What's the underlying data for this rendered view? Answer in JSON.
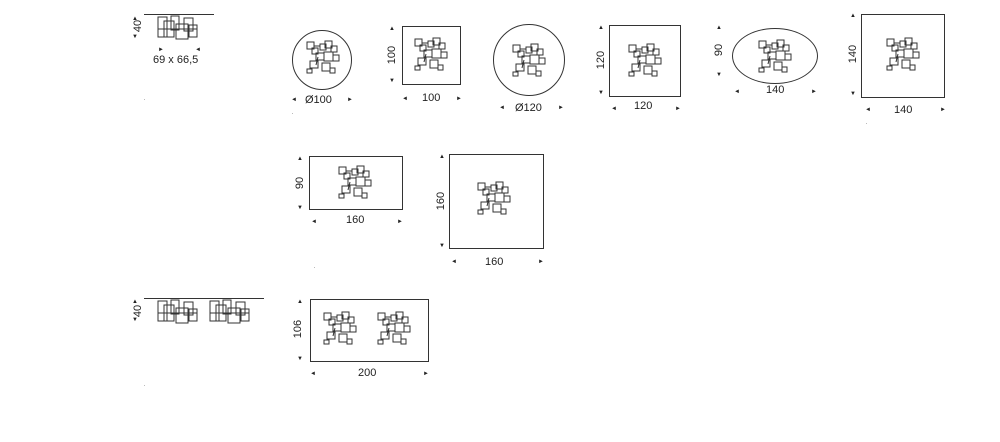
{
  "row1": {
    "side_view": {
      "height_label": "40",
      "size_label": "69 x 66,5"
    },
    "tops": [
      {
        "shape": "round",
        "width_label": "Ø100",
        "height_label": ""
      },
      {
        "shape": "square",
        "width_label": "100",
        "height_label": "100"
      },
      {
        "shape": "round",
        "width_label": "Ø120",
        "height_label": ""
      },
      {
        "shape": "square",
        "width_label": "120",
        "height_label": "120"
      },
      {
        "shape": "oval",
        "width_label": "140",
        "height_label": "90"
      },
      {
        "shape": "square",
        "width_label": "140",
        "height_label": "140"
      }
    ]
  },
  "row2": {
    "tops": [
      {
        "shape": "rect",
        "width_label": "160",
        "height_label": "90"
      },
      {
        "shape": "square",
        "width_label": "160",
        "height_label": "160"
      }
    ]
  },
  "row3": {
    "side_view": {
      "height_label": "40"
    },
    "tops": [
      {
        "shape": "rect",
        "width_label": "200",
        "height_label": "106"
      }
    ]
  },
  "icons": {
    "arrow_left": "◄",
    "arrow_right": "►",
    "arrow_up": "▲",
    "arrow_down": "▼"
  }
}
